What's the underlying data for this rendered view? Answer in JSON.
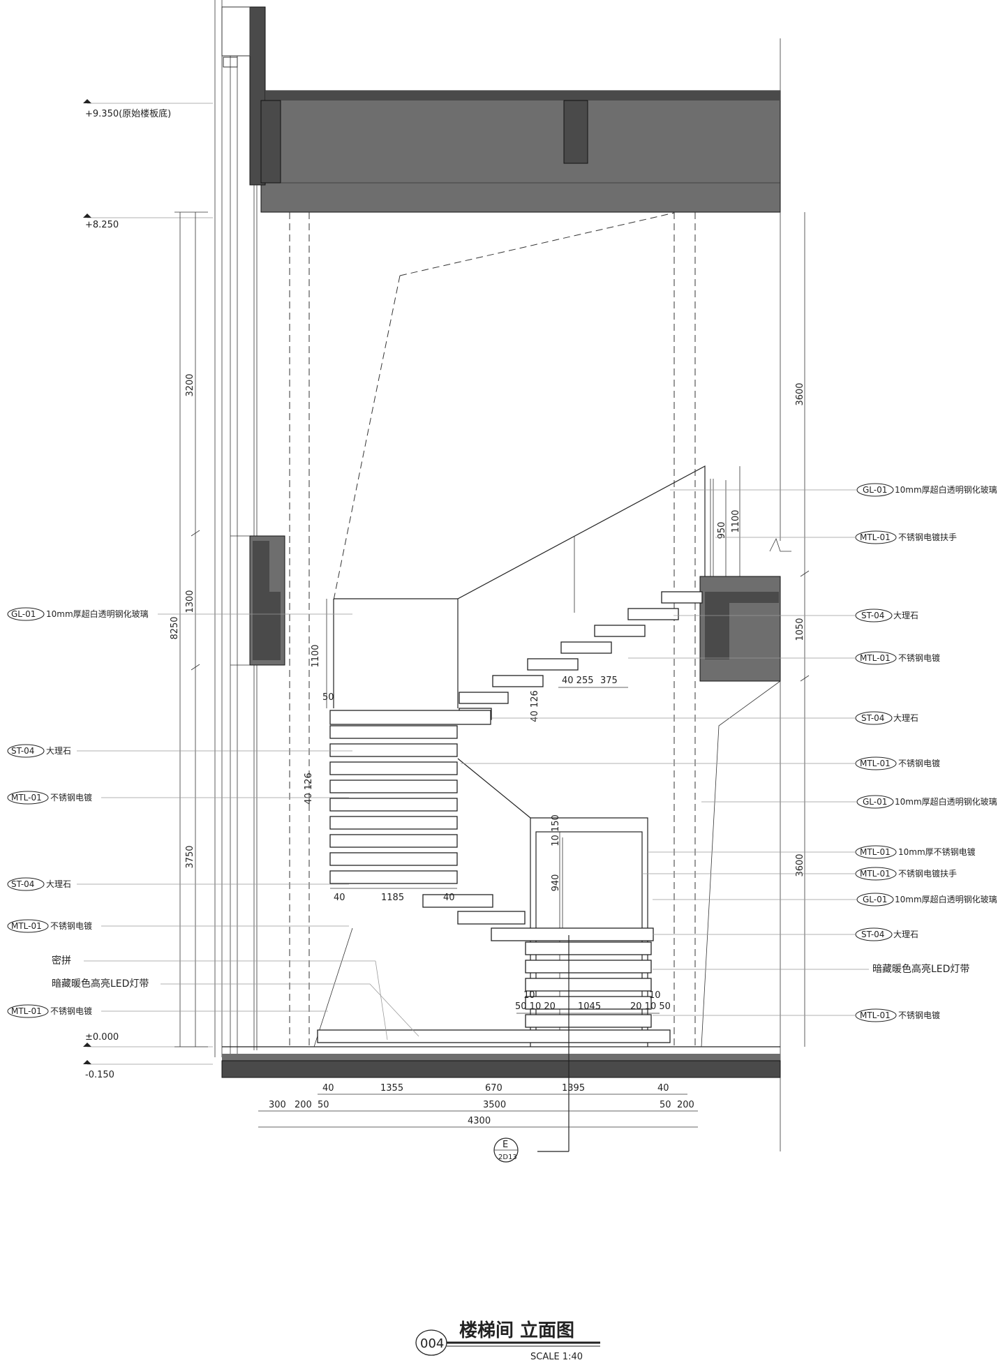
{
  "levels": {
    "top": "+9.350(原始楼板底)",
    "ceiling": "+8.250",
    "floor": "±0.000",
    "below": "-0.150"
  },
  "left_dims": {
    "d3200": "3200",
    "d1300": "1300",
    "d3750": "3750",
    "d8250": "8250"
  },
  "right_dims": {
    "d3600_top": "3600",
    "d950": "950",
    "d1100": "1100",
    "d1050": "1050",
    "d3600_bot": "3600"
  },
  "inner_dims": {
    "d1100": "1100",
    "d50": "50",
    "d40_126_upper": "40 126",
    "d40_255": "40 255",
    "d375": "375",
    "d40_126_left": "40 126",
    "d40_a": "40",
    "d1185": "1185",
    "d40_b": "40",
    "d10_150": "10 150",
    "d940": "940",
    "d50_10_20": "50 10 20",
    "d1045": "1045",
    "d20_10_50": "20 10 50",
    "d10_left": "10",
    "d10_right": "10"
  },
  "bottom_dims": {
    "row1": [
      "40",
      "1355",
      "670",
      "1395",
      "40"
    ],
    "row2": [
      "300",
      "200",
      "50",
      "3500",
      "50",
      "200"
    ],
    "row3": "4300"
  },
  "left_labels": [
    {
      "code": "GL-01",
      "text": "10mm厚超白透明钢化玻璃"
    },
    {
      "code": "ST-04",
      "text": "大理石"
    },
    {
      "code": "MTL-01",
      "text": "不锈钢电镀"
    },
    {
      "code": "ST-04",
      "text": "大理石"
    },
    {
      "code": "MTL-01",
      "text": "不锈钢电镀"
    },
    {
      "code": "MTL-01",
      "text": "不锈钢电镀"
    }
  ],
  "left_notes": {
    "mipin": "密拼",
    "led": "暗藏暖色高亮LED灯带"
  },
  "right_labels": [
    {
      "code": "GL-01",
      "text": "10mm厚超白透明钢化玻璃"
    },
    {
      "code": "MTL-01",
      "text": "不锈钢电镀扶手"
    },
    {
      "code": "ST-04",
      "text": "大理石"
    },
    {
      "code": "MTL-01",
      "text": "不锈钢电镀"
    },
    {
      "code": "ST-04",
      "text": "大理石"
    },
    {
      "code": "MTL-01",
      "text": "不锈钢电镀"
    },
    {
      "code": "GL-01",
      "text": "10mm厚超白透明钢化玻璃"
    },
    {
      "code": "MTL-01",
      "text": "10mm厚不锈钢电镀"
    },
    {
      "code": "MTL-01",
      "text": "不锈钢电镀扶手"
    },
    {
      "code": "GL-01",
      "text": "10mm厚超白透明钢化玻璃"
    },
    {
      "code": "ST-04",
      "text": "大理石"
    },
    {
      "code": "MTL-01",
      "text": "不锈钢电镀"
    }
  ],
  "right_notes": {
    "led": "暗藏暖色高亮LED灯带"
  },
  "section_marker": {
    "letter": "E",
    "sheet": "2D13"
  },
  "title_block": {
    "number": "004",
    "title": "楼梯间 立面图",
    "scale": "SCALE  1:40"
  },
  "colors": {
    "concrete": "#6e6e6e",
    "concrete_dark": "#4a4a4a",
    "line": "#222222"
  }
}
